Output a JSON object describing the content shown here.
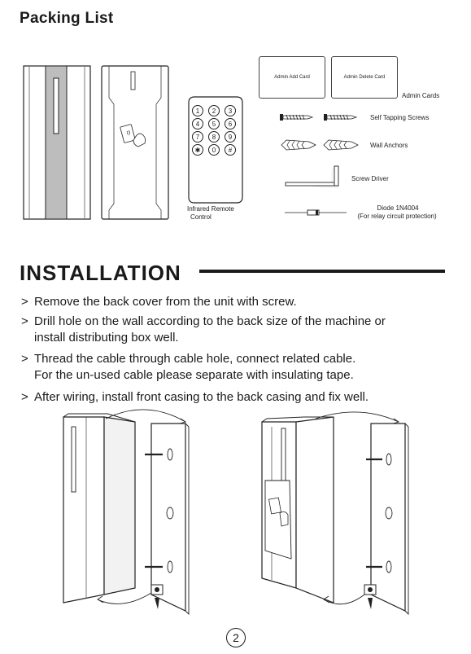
{
  "packing": {
    "title": "Packing List",
    "admin_add_card": "Admin Add Card",
    "admin_delete_card": "Admin Delete Card",
    "admin_cards": "Admin Cards",
    "self_tapping_screws": "Self Tapping Screws",
    "wall_anchors": "Wall Anchors",
    "screw_driver": "Screw Driver",
    "diode_name": "Diode 1N4004",
    "diode_note": "(For relay circuit protection)",
    "remote_line1": "Infrared Remote",
    "remote_line2": "Control",
    "remote_keys": [
      "1",
      "2",
      "3",
      "4",
      "5",
      "6",
      "7",
      "8",
      "9",
      "✱",
      "0",
      "#"
    ]
  },
  "installation": {
    "title": "INSTALLATION",
    "arrow": ">",
    "steps": [
      {
        "line1": "Remove the back cover from the unit with screw.",
        "line2": ""
      },
      {
        "line1": "Drill hole on the wall according to the back size of the machine or",
        "line2": "install distributing box well."
      },
      {
        "line1": "Thread the cable through cable hole, connect related cable.",
        "line2": "For the un-used cable please separate with insulating tape."
      },
      {
        "line1": "After wiring, install front casing to the back casing and fix well.",
        "line2": ""
      }
    ]
  },
  "page_number": "2"
}
